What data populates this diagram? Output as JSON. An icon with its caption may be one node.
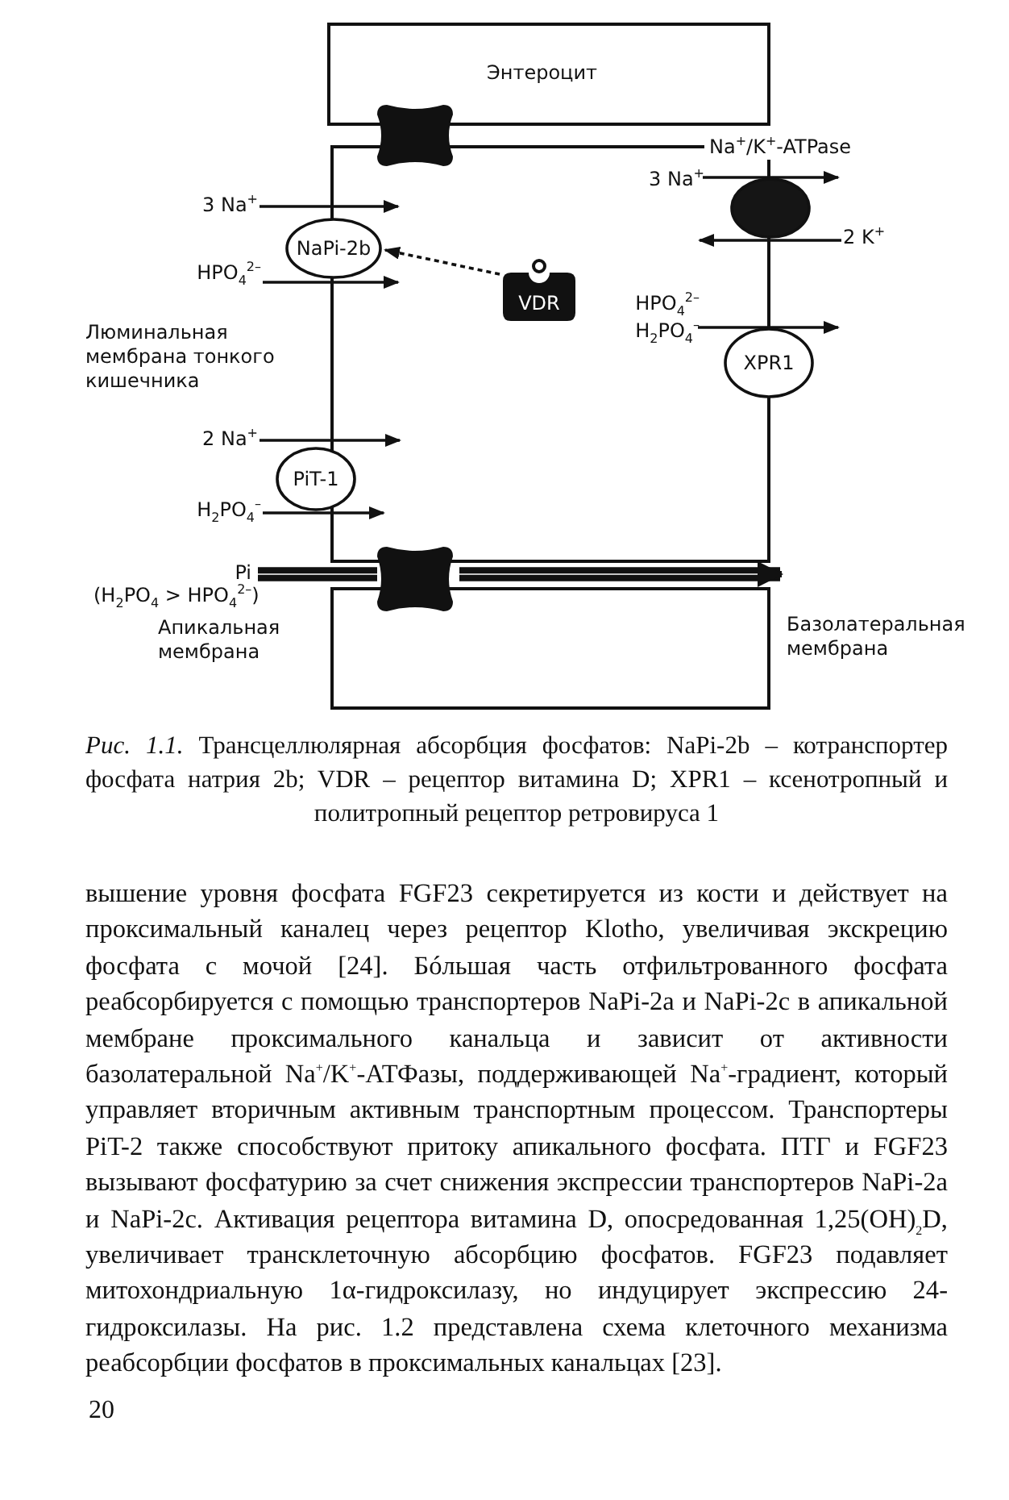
{
  "diagram": {
    "caption": "*Рис. 1.1.* Трансцеллюлярная абсорбция фосфатов: NaPi-2b – котранспортер фосфата натрия 2b; VDR – рецептор витамина D; XPR1 – ксенотропный и политропный рецептор ретровируса 1",
    "nodes": [
      {
        "text": [
          "Энтероцит"
        ]
      },
      {
        "text": [],
        "shape": "box"
      },
      {
        "text": [],
        "shape": "box"
      },
      {
        "text": [],
        "shape": "box"
      },
      {
        "text": [
          "NaPi-2b"
        ]
      },
      {
        "text": [
          "VDR"
        ],
        "in": 1
      },
      {
        "text": [
          "PiT-1"
        ]
      },
      {
        "text": [],
        "shape": "box"
      },
      {
        "text": [],
        "shape": "circle"
      },
      {
        "text": [
          "XPR1"
        ]
      },
      {
        "text": [
          "3 Na$^{+}$"
        ]
      },
      {
        "text": [
          "HPO$_{4}$$^{2–}$"
        ]
      },
      {
        "text": [
          "2 Na$^{+}$"
        ]
      },
      {
        "text": [
          "H$_{2}$PO$_{4}$$^{–}$"
        ]
      },
      {
        "text": [
          "Pi",
          "(H$_{2}$PO$_{4}$ > HPO$_{4}$$^{2–}$)"
        ]
      },
      {
        "text": [
          "3 Na$^{+}$"
        ],
        "in": 1
      },
      {
        "text": [
          "2 K$^{+}$"
        ]
      },
      {
        "text": [
          "HPO$_{4}$$^{2–}$ H$_{2}$PO$_{4}$$^{–}$"
        ],
        "in": 1
      }
    ],
    "edges": [
      {
        "from": 5,
        "to": 4,
        "arrow": "to",
        "style": "dashed"
      },
      {
        "from": 10,
        "to": 4,
        "arrow": "to"
      },
      {
        "from": 11,
        "to": 4,
        "arrow": "to"
      },
      {
        "from": 12,
        "to": 6,
        "arrow": "to"
      },
      {
        "from": 13,
        "to": 6,
        "arrow": "to"
      },
      {
        "from": 14,
        "to": 7,
        "arrow": "none",
        "style": "thick"
      },
      {
        "from": 7,
        "to": 2,
        "arrow": "to",
        "style": "thick"
      },
      {
        "from": 15,
        "to": 8,
        "arrow": "to"
      },
      {
        "from": 16,
        "to": 8,
        "arrow": "to"
      },
      {
        "from": 17,
        "to": 9,
        "arrow": "to"
      }
    ],
    "labels": [
      "Na$^{+}$/K$^{+}$-ATPase",
      "Люминальная мембрана тонкого кишечника",
      "Апикальная мембрана",
      "Базолатеральная мембрана",
      "вышение уровня фосфата FGF23 секретируется из кости и действует на проксимальный каналец через рецептор Klotho, увеличивая экскрецию фосфата с мочой [24]. Бóльшая часть отфильтрованного фосфата реабсорбируется с помощью транспортеров NaPi-2a и NaPi-2c в апикальной мембране проксимального канальца и зависит от активности базолатеральной Na$^{+}$/K$^{+}$-АТФазы, поддерживающей Na$^{+}$-градиент, который управляет вторичным активным транспортным процессом. Транспортеры PiT-2 также способствуют притоку апикального фосфата. ПТГ и FGF23 вызывают фосфатурию за счет снижения экспрессии транспортеров NaPi-2a и NaPi-2c. Активация рецептора витамина D, опосредованная 1,25(OH)$_{2}$D, увеличивает трансклеточную абсорбцию фосфатов. FGF23 подавляет митохондриальную 1α-гидроксилазу, но индуцирует экспрессию 24-гидроксилазы. На рис. 1.2 представлена схема клеточного механизма реабсорбции фосфатов в проксимальных канальцах [23].",
      "20"
    ]
  }
}
